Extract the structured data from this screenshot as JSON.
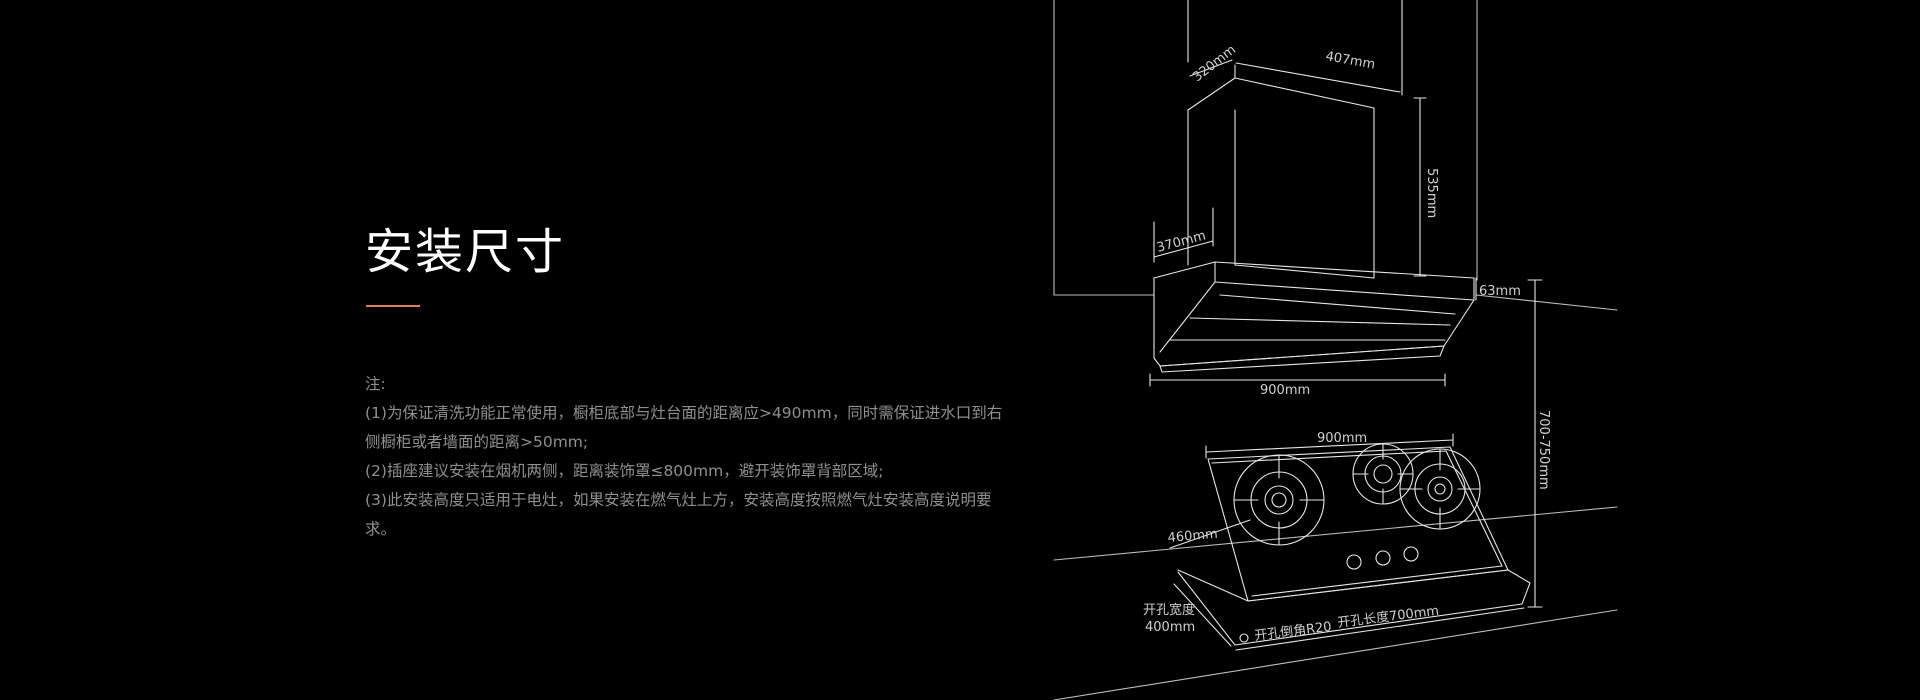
{
  "section": {
    "title": "安装尺寸",
    "accent_color": "#e27d5c"
  },
  "notes": {
    "heading": "注:",
    "items": [
      "(1)为保证清洗功能正常使用，橱柜底部与灶台面的距离应>490mm，同时需保证进水口到右侧橱柜或者墙面的距离>50mm;",
      "(2)插座建议安装在烟机两侧，距离装饰罩≤800mm，避开装饰罩背部区域;",
      "(3)此安装高度只适用于电灶，如果安装在燃气灶上方，安装高度按照燃气灶安装高度说明要求。"
    ]
  },
  "diagram": {
    "hood_depth_top": "320mm",
    "hood_width_top": "407mm",
    "chimney_height": "535mm",
    "hood_depth": "370mm",
    "hood_thickness": "63mm",
    "hood_width": "900mm",
    "install_height": "700-750mm",
    "hob_width": "900mm",
    "hob_depth": "460mm",
    "cutout_width": "开孔宽度\n400mm",
    "cutout_corner": "开孔倒角R20",
    "cutout_length": "开孔长度700mm"
  }
}
